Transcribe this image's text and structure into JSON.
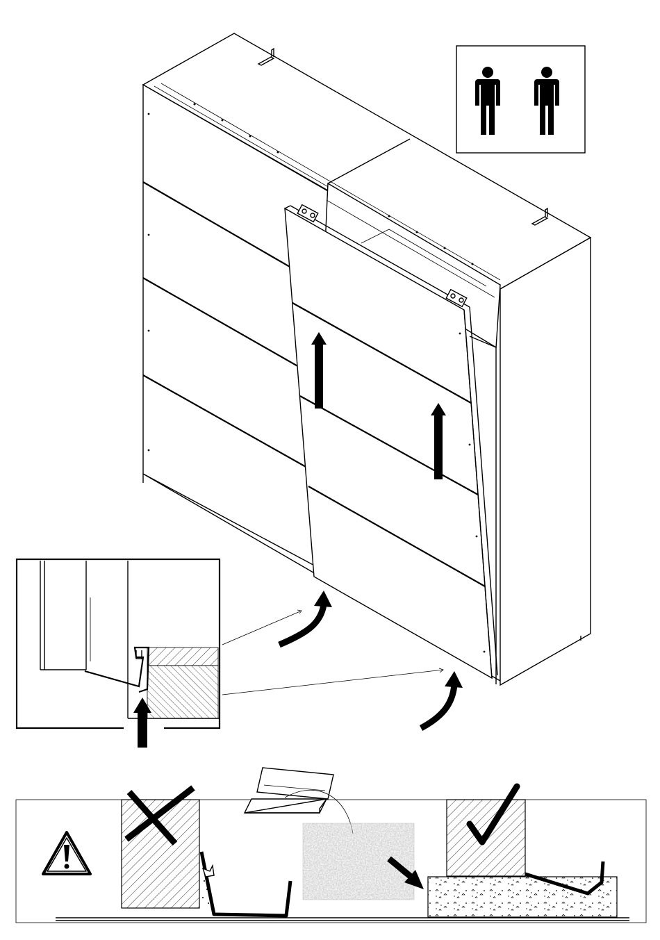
{
  "page": {
    "type": "assembly-instruction-step",
    "background": "#ffffff",
    "ink": "#000000"
  },
  "people_box": {
    "icons": [
      "person-icon",
      "person-icon"
    ],
    "count": 2
  },
  "main_illustration": {
    "subject": "wardrobe-with-sliding-door",
    "arrows": [
      "arrow-up-icon",
      "arrow-up-icon",
      "curved-arrow-icon",
      "curved-arrow-icon"
    ]
  },
  "detail_inset": {
    "subject": "bottom-guide-detail",
    "arrow": "arrow-up-icon"
  },
  "bottom_panel": {
    "warning_icon": "warning-icon",
    "wrong_mark": "cross-icon",
    "right_mark": "check-icon",
    "items": [
      "hatched-panel-wrong",
      "box-icon",
      "foam-pellets",
      "hatched-panel-right",
      "filled-base"
    ]
  }
}
